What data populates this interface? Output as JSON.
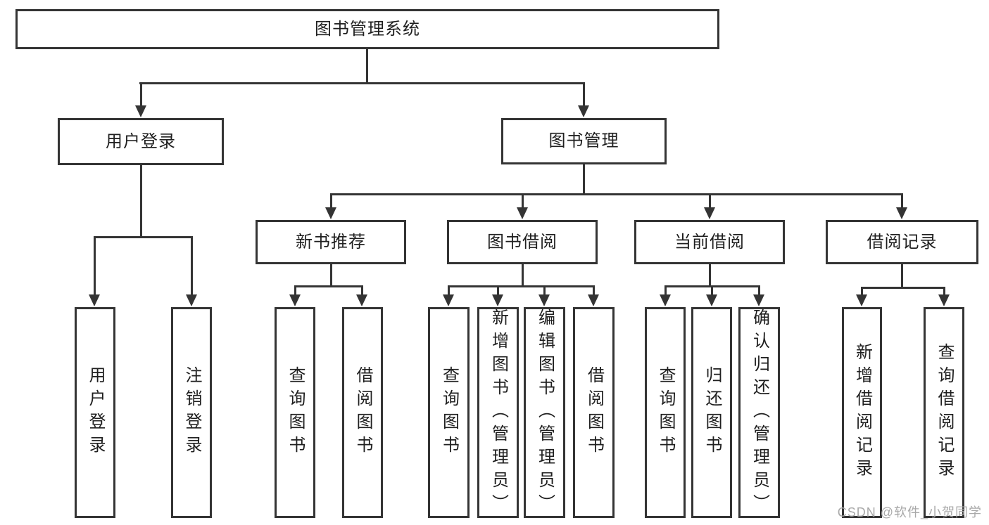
{
  "diagram": {
    "type": "hierarchy-tree",
    "root": {
      "label": "图书管理系统"
    },
    "level2": {
      "user_login": {
        "label": "用户登录"
      },
      "book_mgmt": {
        "label": "图书管理"
      }
    },
    "level3": {
      "new_book_rec": {
        "label": "新书推荐"
      },
      "book_borrow": {
        "label": "图书借阅"
      },
      "current_borrow": {
        "label": "当前借阅"
      },
      "borrow_records": {
        "label": "借阅记录"
      }
    },
    "leaves": {
      "user_login": {
        "label": "用户登录"
      },
      "logout": {
        "label": "注销登录"
      },
      "query_books": {
        "label": "查询图书"
      },
      "borrow_books": {
        "label": "借阅图书"
      },
      "add_books_admin": {
        "label": "新增图书（管理员）"
      },
      "edit_books_admin": {
        "label": "编辑图书（管理员）"
      },
      "return_books": {
        "label": "归还图书"
      },
      "confirm_return_admin": {
        "label": "确认归还（管理员）"
      },
      "add_borrow_record": {
        "label": "新增借阅记录"
      },
      "query_borrow_record": {
        "label": "查询借阅记录"
      }
    }
  },
  "watermark": {
    "text": "CSDN @软件_小贺同学"
  },
  "colors": {
    "line": "#343434",
    "box_border": "#343434",
    "text": "#1f1f1f",
    "watermark": "#a9a9a9",
    "background": "#ffffff"
  }
}
